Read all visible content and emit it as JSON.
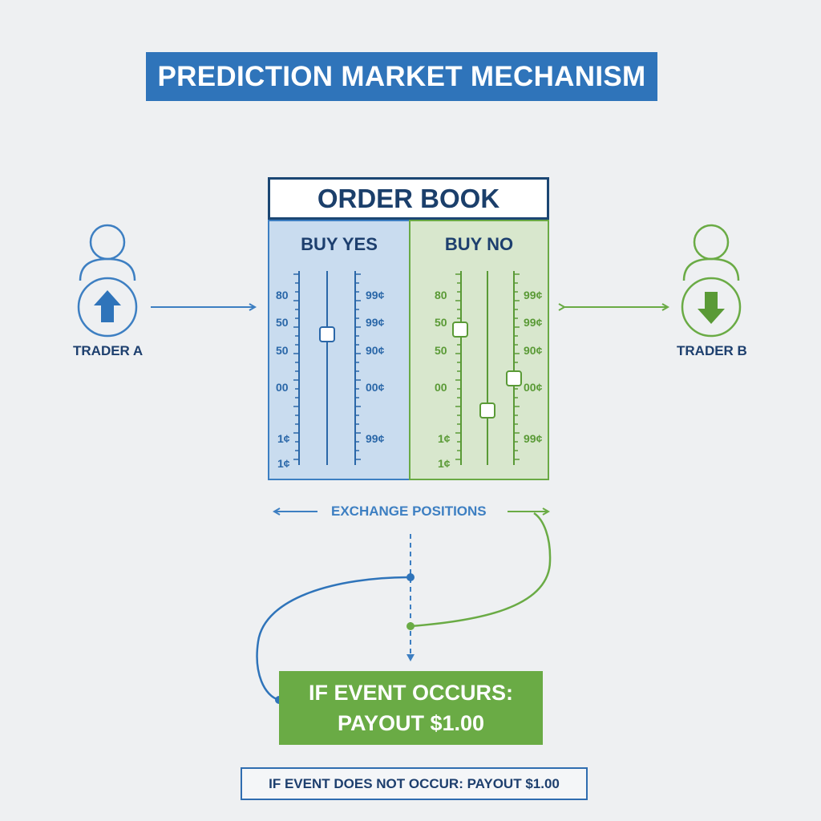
{
  "title": "PREDICTION MARKET MECHANISM",
  "order_book": {
    "title": "ORDER BOOK",
    "buy_yes": {
      "label": "BUY YES",
      "left_labels": [
        "80",
        "50",
        "50",
        "00",
        "1¢",
        "1¢"
      ],
      "right_labels": [
        "99¢",
        "99¢",
        "90¢",
        "00¢",
        "99¢"
      ]
    },
    "buy_no": {
      "label": "BUY NO",
      "left_labels": [
        "80",
        "50",
        "50",
        "00",
        "1¢",
        "1¢"
      ],
      "right_labels": [
        "99¢",
        "99¢",
        "90¢",
        "00¢",
        "99¢"
      ]
    }
  },
  "trader_a": {
    "label": "TRADER A",
    "icon": "arrow-up-icon"
  },
  "trader_b": {
    "label": "TRADER B",
    "icon": "arrow-down-icon"
  },
  "exchange": {
    "label": "EXCHANGE POSITIONS"
  },
  "payout": {
    "line1": "IF EVENT OCCURS:",
    "line2": "PAYOUT $1.00"
  },
  "no_payout": {
    "text": "IF EVENT DOES NOT OCCUR: PAYOUT $1.00"
  },
  "colors": {
    "blue": "#3d7fc2",
    "green": "#6aab45",
    "navy": "#1d3f6e"
  }
}
